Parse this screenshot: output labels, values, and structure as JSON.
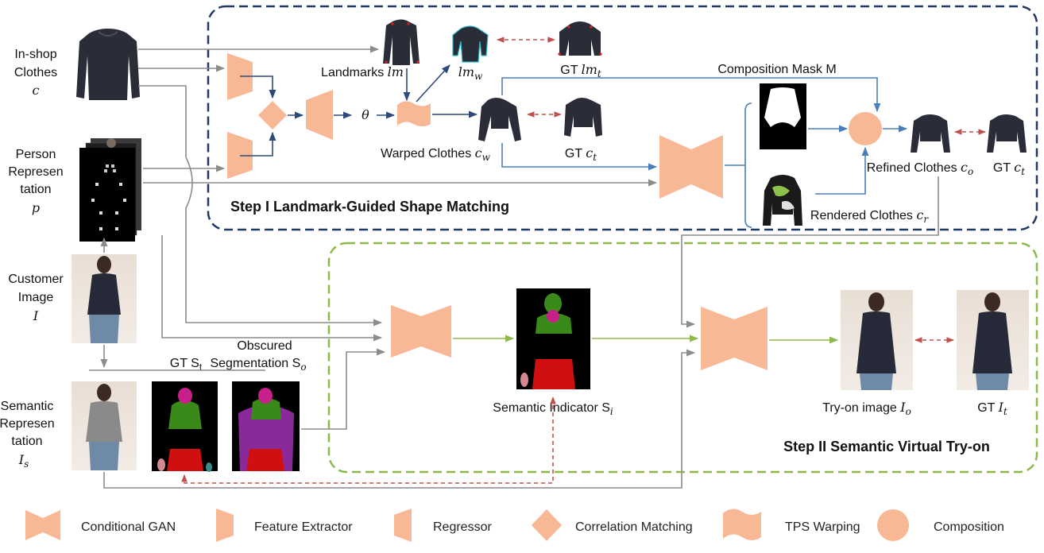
{
  "inputs": {
    "clothes": {
      "line1": "In-shop",
      "line2": "Clothes",
      "sym": "c"
    },
    "person": {
      "line1": "Person",
      "line2": "Represen",
      "line3": "tation",
      "sym": "p"
    },
    "customer": {
      "line1": "Customer",
      "line2": "Image",
      "sym": "I"
    },
    "semantic": {
      "line1": "Semantic",
      "line2": "Represen",
      "line3": "tation",
      "sym": "I",
      "sub": "s"
    }
  },
  "step1": {
    "title": "Step I Landmark-Guided Shape Matching",
    "landmarks": {
      "text": "Landmarks ",
      "sym": "lm"
    },
    "lm_w": {
      "sym": "lm",
      "sub": "w"
    },
    "gt_lm_t": {
      "text": "GT ",
      "sym": "lm",
      "sub": "t"
    },
    "theta": "θ",
    "warped": {
      "text": "Warped Clothes ",
      "sym": "c",
      "sub": "w"
    },
    "gt_ct": {
      "text": "GT ",
      "sym": "c",
      "sub": "t"
    },
    "composition_mask": "Composition Mask M",
    "refined": {
      "text": "Refined Clothes ",
      "sym": "c",
      "sub": "o"
    },
    "gt_ct2": {
      "text": "GT ",
      "sym": "c",
      "sub": "t"
    },
    "rendered": {
      "text": "Rendered Clothes ",
      "sym": "c",
      "sub": "r"
    }
  },
  "step2": {
    "title": "Step II Semantic Virtual Try-on",
    "gt_st": {
      "text": "GT S",
      "sub": "t"
    },
    "obscured": {
      "line1": "Obscured",
      "line2": "Segmentation S",
      "sub": "o"
    },
    "indicator": {
      "text": "Semantic Indicator S",
      "sub": "i"
    },
    "tryon": {
      "text": "Try-on image ",
      "sym": "I",
      "sub": "o"
    },
    "gt_it": {
      "text": "GT ",
      "sym": "I",
      "sub": "t"
    }
  },
  "legend": [
    {
      "icon": "conditional-gan-icon",
      "label": "Conditional GAN"
    },
    {
      "icon": "feature-extractor-icon",
      "label": "Feature Extractor"
    },
    {
      "icon": "regressor-icon",
      "label": "Regressor"
    },
    {
      "icon": "correlation-matching-icon",
      "label": "Correlation Matching"
    },
    {
      "icon": "tps-warping-icon",
      "label": "TPS Warping"
    },
    {
      "icon": "composition-icon",
      "label": "Composition"
    }
  ],
  "colors": {
    "module": "#f8b896",
    "step1_border": "#1f3864",
    "step2_border": "#8db84a",
    "blue_arrow": "#4a7ebb",
    "navy_arrow": "#2e4a78",
    "green_arrow": "#8db84a",
    "red_dashed": "#c0504d",
    "gray_arrow": "#8c8c8c"
  }
}
